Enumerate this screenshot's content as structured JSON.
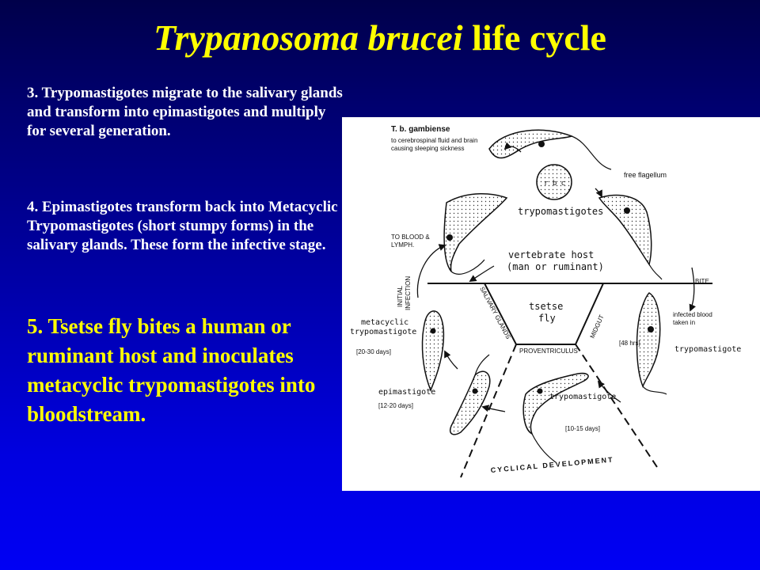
{
  "title": {
    "italic": "Trypanosoma brucei",
    "rest": " life cycle"
  },
  "paragraphs": {
    "p3": "3.  Trypomastigotes migrate to   the salivary glands and transform into epimastigotes and multiply for several generation.",
    "p4": "4.  Epimastigotes transform back into Metacyclic Trypomastigotes (short stumpy forms) in the salivary glands. These form the infective stage.",
    "p5": "5.  Tsetse fly bites a human or ruminant host and inoculates metacyclic trypomastigotes into bloodstream."
  },
  "diagram": {
    "gambiense_title": "T. b. gambiense",
    "gambiense_note1": "to cerebrospinal fluid and brain",
    "gambiense_note2": "causing sleeping sickness",
    "free_flagellum": "free flagellum",
    "rbc": "r b c",
    "trypomastigotes": "trypomastigotes",
    "to_blood1": "TO BLOOD &",
    "to_blood2": "LYMPH.",
    "vertebrate_host1": "vertebrate host",
    "vertebrate_host2": "(man or ruminant)",
    "initial_infection1": "INITIAL",
    "initial_infection2": "INFECTION",
    "bite": "BITE",
    "infected_blood1": "infected blood",
    "infected_blood2": "taken in",
    "tsetse1": "tsetse",
    "tsetse2": "fly",
    "salivary_glands": "SALIVARY GLANDS",
    "midgut": "MIDGUT",
    "proventriculus": "PROVENTRICULUS",
    "metacyclic1": "metacyclic",
    "metacyclic2": "trypomastigote",
    "days_20_30": "[20-30 days]",
    "hrs_48": "[48 hrs]",
    "trypomastigote_right": "trypomastigote",
    "epimastigote": "epimastigote",
    "days_12_20": "[12-20 days]",
    "trypomastigote_center": "trypomastigote",
    "days_10_15": "[10-15 days]",
    "cyclical_development": "CYCLICAL  DEVELOPMENT"
  }
}
